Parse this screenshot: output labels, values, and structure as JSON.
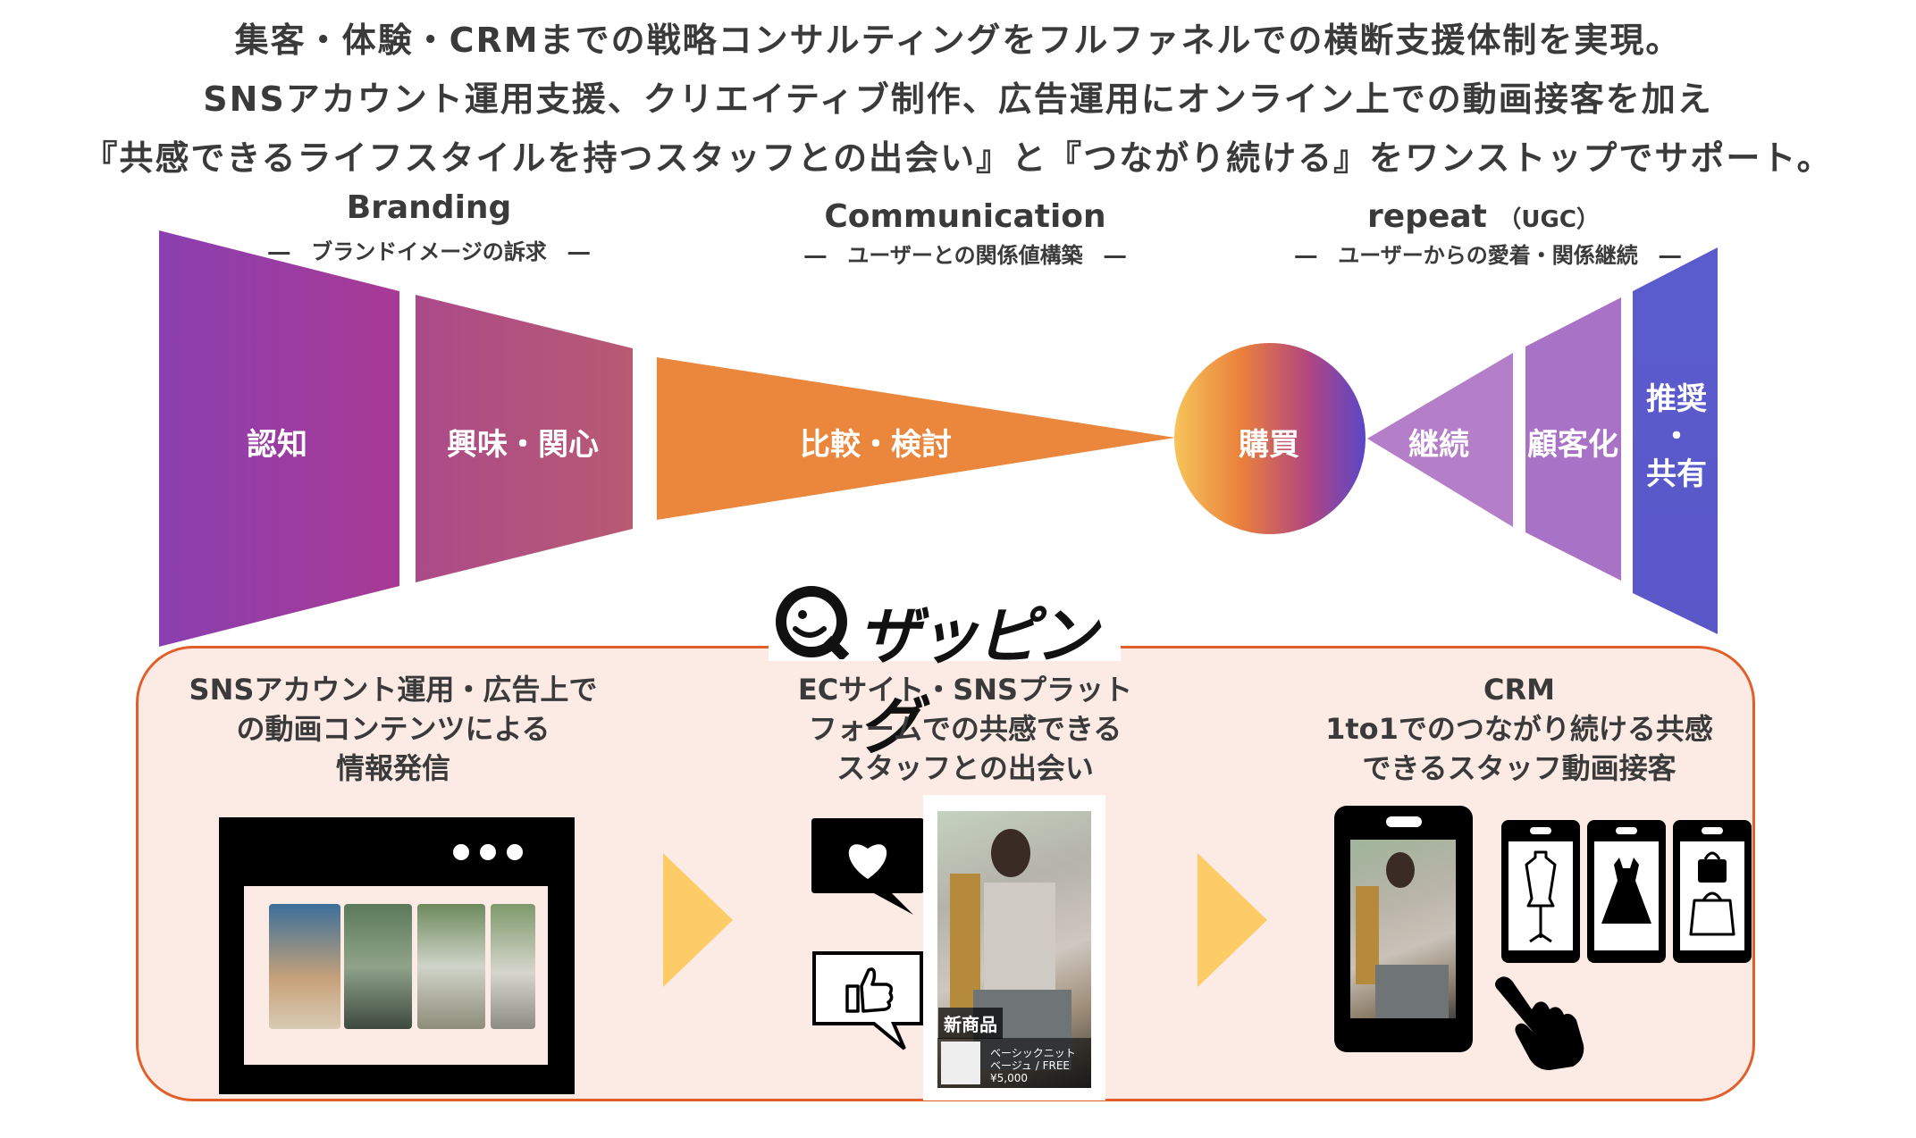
{
  "headline": [
    "集客・体験・CRMまでの戦略コンサルティングをフルファネルでの横断支援体制を実現。",
    "SNSアカウント運用支援、クリエイティブ制作、広告運用にオンライン上での動画接客を加え",
    "『共感できるライフスタイルを持つスタッフとの出会い』と『つながり続ける』をワンストップでサポート。"
  ],
  "stages": [
    {
      "title": "Branding",
      "subtitle": "―　ブランドイメージの訴求　―"
    },
    {
      "title": "Communication",
      "subtitle": "―　ユーザーとの関係値構築　―"
    },
    {
      "title": "repeat",
      "title_note": "（UGC）",
      "subtitle": "―　ユーザーからの愛着・関係継続　―"
    }
  ],
  "funnel": {
    "awareness": "認知",
    "interest": "興味・関心",
    "consider": "比較・検討",
    "purchase": "購買",
    "continue": "継続",
    "customer": "顧客化",
    "recommend_1": "推奨",
    "recommend_2": "・",
    "recommend_3": "共有"
  },
  "colors": {
    "purple": "#8b3fb0",
    "magenta": "#a83a94",
    "rose": "#b6527a",
    "orange": "#ea873c",
    "lavender": "#b47ec8",
    "violet": "#a872c6",
    "indigo": "#5a5ccd",
    "panel_border": "#e25f2c",
    "panel_bg": "#fcebe4",
    "arrow": "#fdcc67"
  },
  "logo": {
    "text": "ザッピング"
  },
  "panel": {
    "col1": [
      "SNSアカウント運用・広告上で",
      "の動画コンテンツによる",
      "情報発信"
    ],
    "col2": [
      "ECサイト・SNSプラット",
      "フォームでの共感できる",
      "スタッフとの出会い"
    ],
    "col3": [
      "CRM",
      "1to1でのつながり続ける共感",
      "できるスタッフ動画接客"
    ],
    "new_badge": "新商品",
    "price_lines": [
      "ベーシックニット",
      "ベージュ / FREE",
      "¥5,000"
    ]
  },
  "icons": [
    "heart-bubble-icon",
    "thumbs-up-bubble-icon",
    "mannequin-icon",
    "dress-icon",
    "handbag-icon",
    "pointing-hand-icon",
    "browser-window-icon",
    "smartphone-icon"
  ]
}
